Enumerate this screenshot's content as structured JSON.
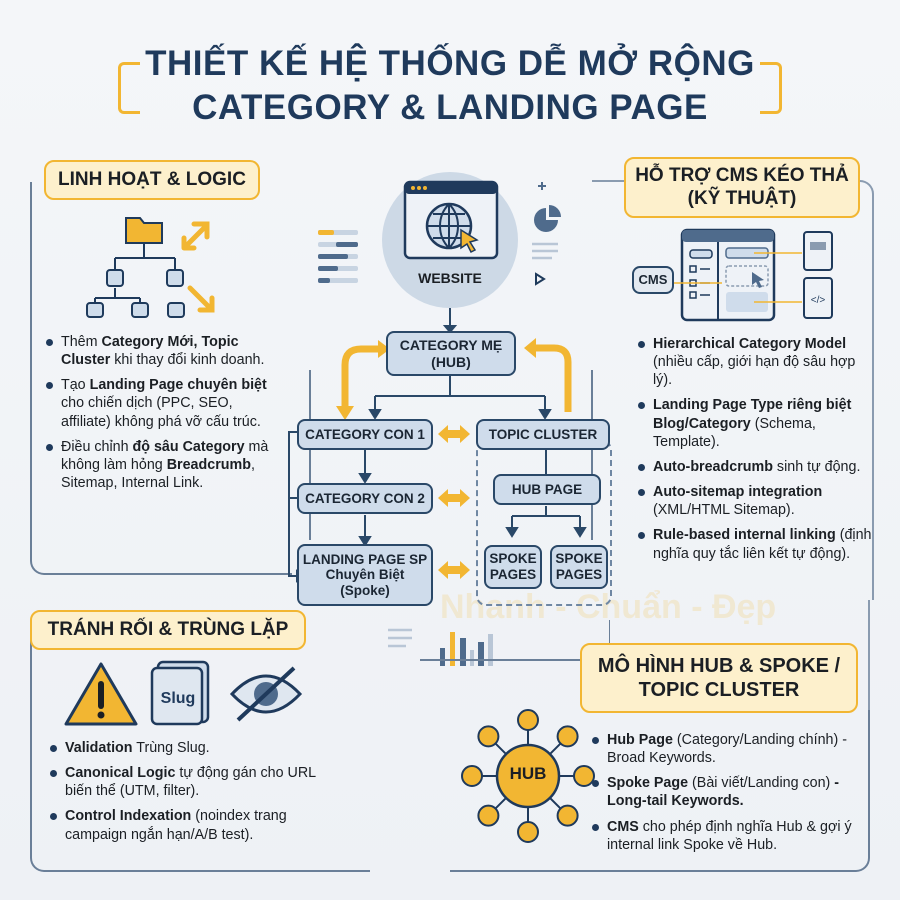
{
  "title": {
    "line1": "THIẾT KẾ HỆ THỐNG DỄ MỞ RỘNG",
    "line2": "CATEGORY & LANDING PAGE"
  },
  "colors": {
    "navy": "#1f3a5c",
    "accent": "#f2b632",
    "node_fill": "#cfdceb",
    "label_fill": "#fdf0cc"
  },
  "watermark": "Nhanh - Chuẩn - Đẹp",
  "panels": {
    "flex": {
      "label": "LINH HOẠT & LOGIC",
      "icons": [
        "folder-tree-icon",
        "expand-arrows-icon"
      ],
      "bullets": [
        [
          {
            "b": false,
            "t": "Thêm "
          },
          {
            "b": true,
            "t": "Category Mới, Topic Cluster"
          },
          {
            "b": false,
            "t": " khi thay đổi kinh doanh."
          }
        ],
        [
          {
            "b": false,
            "t": "Tạo "
          },
          {
            "b": true,
            "t": "Landing Page chuyên biệt"
          },
          {
            "b": false,
            "t": " cho chiến dịch (PPC, SEO, affiliate) không phá vỡ cấu trúc."
          }
        ],
        [
          {
            "b": false,
            "t": "Điều chỉnh "
          },
          {
            "b": true,
            "t": "độ sâu Category"
          },
          {
            "b": false,
            "t": " mà không làm hỏng "
          },
          {
            "b": true,
            "t": "Breadcrumb"
          },
          {
            "b": false,
            "t": ", Sitemap, Internal Link."
          }
        ]
      ]
    },
    "cms": {
      "label_line1": "HỖ TRỢ CMS KÉO THẢ",
      "label_line2": "(KỸ THUẬT)",
      "cms_badge": "CMS",
      "bullets": [
        [
          {
            "b": true,
            "t": "Hierarchical Category Model"
          },
          {
            "b": false,
            "t": " (nhiều cấp, giới hạn độ sâu hợp lý)."
          }
        ],
        [
          {
            "b": true,
            "t": "Landing Page Type riêng biệt Blog/Category"
          },
          {
            "b": false,
            "t": " (Schema, Template)."
          }
        ],
        [
          {
            "b": true,
            "t": "Auto-breadcrumb"
          },
          {
            "b": false,
            "t": " sinh tự động."
          }
        ],
        [
          {
            "b": true,
            "t": "Auto-sitemap integration"
          },
          {
            "b": false,
            "t": " (XML/HTML Sitemap)."
          }
        ],
        [
          {
            "b": true,
            "t": "Rule-based internal linking"
          },
          {
            "b": false,
            "t": " (định nghĩa quy tắc liên kết tự động)."
          }
        ]
      ]
    },
    "dup": {
      "label": "TRÁNH RỐI & TRÙNG LẶP",
      "slug_label": "Slug",
      "icons": [
        "warning-icon",
        "slug-document-icon",
        "eye-off-icon"
      ],
      "bullets": [
        [
          {
            "b": true,
            "t": "Validation"
          },
          {
            "b": false,
            "t": " Trùng Slug."
          }
        ],
        [
          {
            "b": true,
            "t": "Canonical Logic"
          },
          {
            "b": false,
            "t": " tự động gán cho URL biến thể (UTM, filter)."
          }
        ],
        [
          {
            "b": true,
            "t": "Control Indexation"
          },
          {
            "b": false,
            "t": " (noindex trang campaign ngắn hạn/A/B test)."
          }
        ]
      ]
    },
    "hub": {
      "label_line1": "MÔ HÌNH HUB & SPOKE /",
      "label_line2": "TOPIC CLUSTER",
      "hub_label": "HUB",
      "bullets": [
        [
          {
            "b": true,
            "t": "Hub Page"
          },
          {
            "b": false,
            "t": " (Category/Landing chính) - Broad Keywords."
          }
        ],
        [
          {
            "b": true,
            "t": "Spoke Page"
          },
          {
            "b": false,
            "t": " (Bài viết/Landing con) "
          },
          {
            "b": true,
            "t": "- Long-tail Keywords."
          }
        ],
        [
          {
            "b": true,
            "t": "CMS"
          },
          {
            "b": false,
            "t": " cho phép định nghĩa Hub & gợi ý internal link Spoke về Hub."
          }
        ]
      ]
    }
  },
  "diagram": {
    "website": "WEBSITE",
    "category_me": {
      "line1": "CATEGORY MẸ",
      "line2": "(HUB)"
    },
    "category_con_1": "CATEGORY CON 1",
    "category_con_2": "CATEGORY CON 2",
    "landing": {
      "line1": "LANDING PAGE SP",
      "line2": "Chuyên Biệt",
      "line3": "(Spoke)"
    },
    "topic_cluster": "TOPIC CLUSTER",
    "hub_page": "HUB PAGE",
    "spoke_1": {
      "line1": "SPOKE",
      "line2": "PAGES"
    },
    "spoke_2": {
      "line1": "SPOKE",
      "line2": "PAGES"
    }
  }
}
